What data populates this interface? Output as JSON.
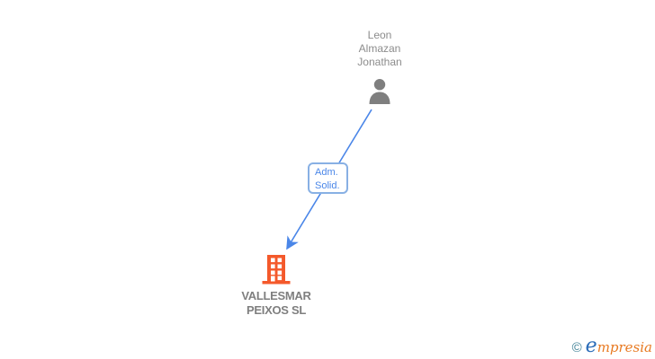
{
  "diagram": {
    "person": {
      "name_lines": [
        "Leon",
        "Almazan",
        "Jonathan"
      ],
      "icon": "person-icon"
    },
    "relationship": {
      "label_lines": [
        "Adm.",
        "Solid."
      ]
    },
    "company": {
      "name_lines": [
        "VALLESMAR",
        "PEIXOS SL"
      ],
      "icon": "building-icon"
    }
  },
  "branding": {
    "copyright_symbol": "©",
    "logo_text_e": "e",
    "logo_text_rest": "mpresia"
  },
  "colors": {
    "arrow_blue": "#4a86e8",
    "label_border_blue": "#88b0e4",
    "label_text_blue": "#4a86e8",
    "person_icon_gray": "#7f7f7f",
    "person_name_gray": "#8c8c8c",
    "building_orange": "#f4592b",
    "company_name_gray": "#7f7f7f",
    "logo_copyright_teal": "#3d7f95",
    "logo_e_blue": "#2b6cb8",
    "logo_rest_orange": "#e87a22"
  }
}
